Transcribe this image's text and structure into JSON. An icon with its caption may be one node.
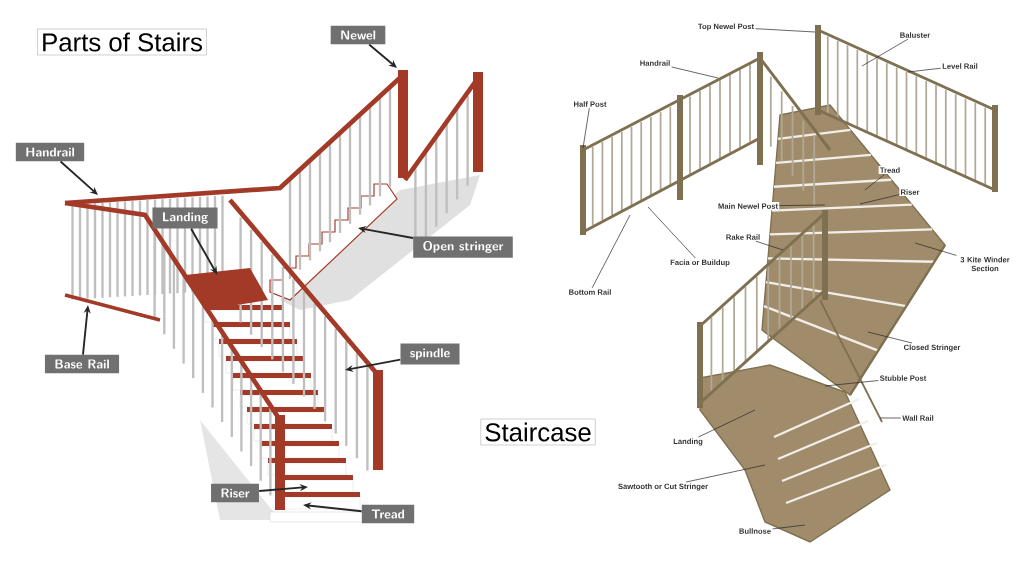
{
  "diagram": {
    "title": "Parts of Stairs",
    "nodes": [
      {
        "text": [
          "Newel"
        ]
      },
      {
        "text": [
          "Handrail"
        ]
      },
      {
        "text": [
          "Landing"
        ]
      },
      {
        "text": [
          "Open stringer"
        ]
      },
      {
        "text": [
          "spindle"
        ]
      },
      {
        "text": [
          "Base Rail"
        ]
      },
      {
        "text": [
          "Riser"
        ]
      },
      {
        "text": [
          "Tread"
        ]
      },
      {
        "text": [
          "Staircase"
        ]
      },
      {
        "text": [
          "Top Newel Post"
        ]
      },
      {
        "text": [
          "Baluster"
        ]
      },
      {
        "text": [
          "Handrail"
        ]
      },
      {
        "text": [
          "Level Rail"
        ]
      },
      {
        "text": [
          "Half Post"
        ]
      },
      {
        "text": [
          "Tread"
        ]
      },
      {
        "text": [
          "Riser"
        ]
      },
      {
        "text": [
          "Main Newel Post"
        ]
      },
      {
        "text": [
          "Rake Rail"
        ]
      },
      {
        "text": [
          "3 Kite Winder Section"
        ]
      },
      {
        "text": [
          "Facia or Buildup"
        ]
      },
      {
        "text": [
          "Bottom Rail"
        ]
      },
      {
        "text": [
          "Closed Stringer"
        ]
      },
      {
        "text": [
          "Stubble Post"
        ]
      },
      {
        "text": [
          "Wall Rail"
        ]
      },
      {
        "text": [
          "Landing"
        ]
      },
      {
        "text": [
          "Sawtooth or Cut Stringer"
        ]
      },
      {
        "text": [
          "Bullnose"
        ]
      },
      {
        "text": [],
        "shape": "picture"
      }
    ],
    "edges": [
      {
        "from": 0,
        "to": null,
        "arrow": "to"
      },
      {
        "from": 1,
        "to": null,
        "arrow": "to"
      },
      {
        "from": 2,
        "to": 27,
        "arrow": "to"
      },
      {
        "from": 3,
        "to": null,
        "arrow": "to"
      },
      {
        "from": 4,
        "to": null,
        "arrow": "to"
      },
      {
        "from": 5,
        "to": null,
        "arrow": "to"
      },
      {
        "from": 6,
        "to": null,
        "arrow": "to"
      },
      {
        "from": 7,
        "to": null,
        "arrow": "to"
      },
      {
        "from": 9,
        "to": null,
        "arrow": "none"
      },
      {
        "from": 10,
        "to": null,
        "arrow": "none"
      },
      {
        "from": 11,
        "to": null,
        "arrow": "none"
      },
      {
        "from": 12,
        "to": null,
        "arrow": "none"
      },
      {
        "from": 13,
        "to": null,
        "arrow": "none"
      },
      {
        "from": 14,
        "to": null,
        "arrow": "none"
      },
      {
        "from": 15,
        "to": null,
        "arrow": "none"
      },
      {
        "from": 16,
        "to": null,
        "arrow": "none"
      },
      {
        "from": 17,
        "to": null,
        "arrow": "none"
      },
      {
        "from": 18,
        "to": null,
        "arrow": "none"
      },
      {
        "from": 19,
        "to": null,
        "arrow": "none"
      },
      {
        "from": 20,
        "to": null,
        "arrow": "none"
      },
      {
        "from": 21,
        "to": null,
        "arrow": "none"
      },
      {
        "from": 22,
        "to": null,
        "arrow": "none"
      },
      {
        "from": 23,
        "to": null,
        "arrow": "none"
      },
      {
        "from": 24,
        "to": null,
        "arrow": "none"
      },
      {
        "from": 25,
        "to": null,
        "arrow": "none"
      },
      {
        "from": 26,
        "to": null,
        "arrow": "none"
      }
    ]
  }
}
